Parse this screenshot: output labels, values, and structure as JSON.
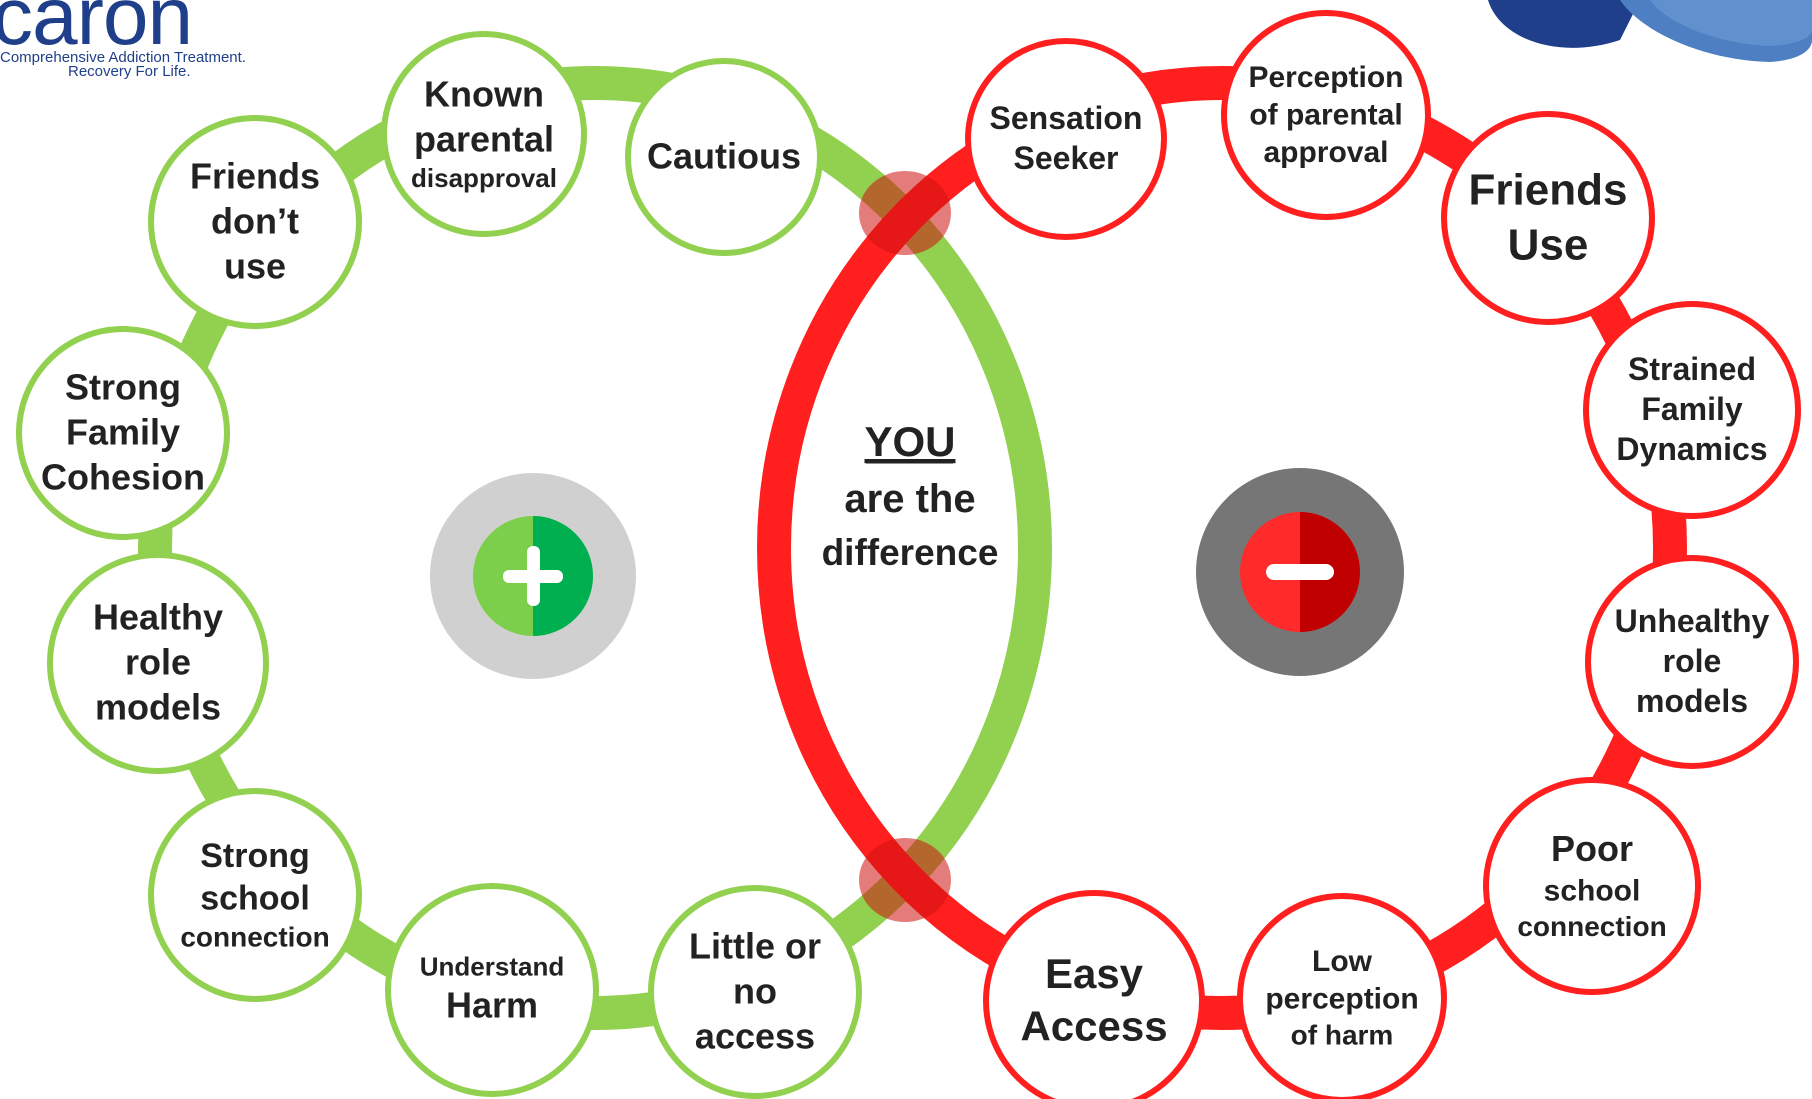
{
  "logo": {
    "wordmark": "caron",
    "tagline_1": "Comprehensive Addiction Treatment.",
    "tagline_2": "Recovery For Life."
  },
  "center": {
    "title": "YOU",
    "line2": "are the",
    "line3": "difference"
  },
  "protective_factors": [
    {
      "id": "cautious",
      "lines": [
        "Cautious"
      ]
    },
    {
      "id": "known-parental-disapproval",
      "lines": [
        "Known",
        "parental",
        "disapproval"
      ]
    },
    {
      "id": "friends-dont-use",
      "lines": [
        "Friends",
        "don’t",
        "use"
      ]
    },
    {
      "id": "strong-family-cohesion",
      "lines": [
        "Strong",
        "Family",
        "Cohesion"
      ]
    },
    {
      "id": "healthy-role-models",
      "lines": [
        "Healthy",
        "role",
        "models"
      ]
    },
    {
      "id": "strong-school-connection",
      "lines": [
        "Strong",
        "school",
        "connection"
      ]
    },
    {
      "id": "understand-harm",
      "lines": [
        "Understand",
        "Harm"
      ]
    },
    {
      "id": "little-or-no-access",
      "lines": [
        "Little or",
        "no",
        "access"
      ]
    }
  ],
  "risk_factors": [
    {
      "id": "sensation-seeker",
      "lines": [
        "Sensation",
        "Seeker"
      ]
    },
    {
      "id": "perception-of-parental-approval",
      "lines": [
        "Perception",
        "of parental",
        "approval"
      ]
    },
    {
      "id": "friends-use",
      "lines": [
        "Friends",
        "Use"
      ]
    },
    {
      "id": "strained-family-dynamics",
      "lines": [
        "Strained",
        "Family",
        "Dynamics"
      ]
    },
    {
      "id": "unhealthy-role-models",
      "lines": [
        "Unhealthy",
        "role",
        "models"
      ]
    },
    {
      "id": "poor-school-connection",
      "lines": [
        "Poor",
        "school",
        "connection"
      ]
    },
    {
      "id": "low-perception-of-harm",
      "lines": [
        "Low",
        "perception",
        "of harm"
      ]
    },
    {
      "id": "easy-access",
      "lines": [
        "Easy",
        "Access"
      ]
    }
  ],
  "icons": {
    "positive": "plus-icon",
    "negative": "minus-icon"
  },
  "colors": {
    "protective": "#92d050",
    "risk": "#ff1f1f",
    "positive_icon": "#00b050",
    "negative_icon": "#e00000",
    "positive_badge_bg": "#d0d0d0",
    "negative_badge_bg": "#767676",
    "logo": "#1f3f8a",
    "text": "#222222"
  }
}
